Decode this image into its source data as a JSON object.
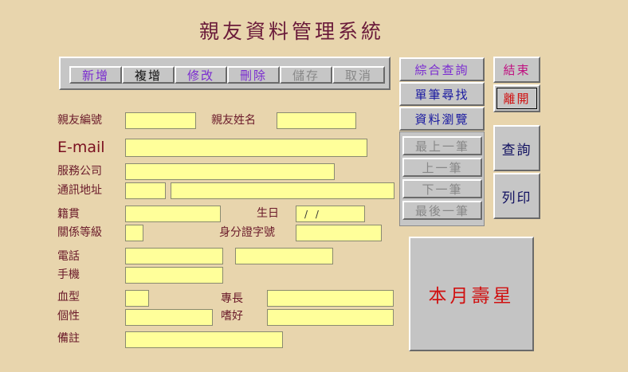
{
  "app": {
    "title": "親友資料管理系統"
  },
  "toolbar": {
    "buttons": [
      {
        "label": "新增",
        "color": "#7a2ad0"
      },
      {
        "label": "複增",
        "color": "#111111"
      },
      {
        "label": "修改",
        "color": "#7a2ad0"
      },
      {
        "label": "刪除",
        "color": "#7a2ad0"
      },
      {
        "label": "儲存",
        "color": "#888888"
      },
      {
        "label": "取消",
        "color": "#888888"
      }
    ]
  },
  "query": {
    "combined_search": "綜合查詢",
    "single_find": "單筆尋找",
    "browse": "資料瀏覽"
  },
  "nav": {
    "first": "最上一筆",
    "prev": "上一筆",
    "next": "下一筆",
    "last": "最後一筆"
  },
  "actions": {
    "end": "結束",
    "leave": "離開",
    "search": "查詢",
    "print": "列印"
  },
  "form": {
    "labels": {
      "friend_id": "親友編號",
      "friend_name": "親友姓名",
      "email": "E-mail",
      "company": "服務公司",
      "address": "通訊地址",
      "hometown": "籍貫",
      "birthday": "生日",
      "relation_level": "關係等級",
      "id_number": "身分證字號",
      "phone": "電話",
      "mobile": "手機",
      "blood_type": "血型",
      "specialty": "專長",
      "personality": "個性",
      "hobby": "嗜好",
      "notes": "備註"
    },
    "values": {
      "birthday": "/ /"
    }
  },
  "birthday_panel": {
    "label": "本月壽星"
  },
  "colors": {
    "background": "#e8d5ad",
    "field": "#ffff9a",
    "button": "#c6c6c6",
    "title": "#6a1a3a",
    "star_text": "#d01010"
  }
}
